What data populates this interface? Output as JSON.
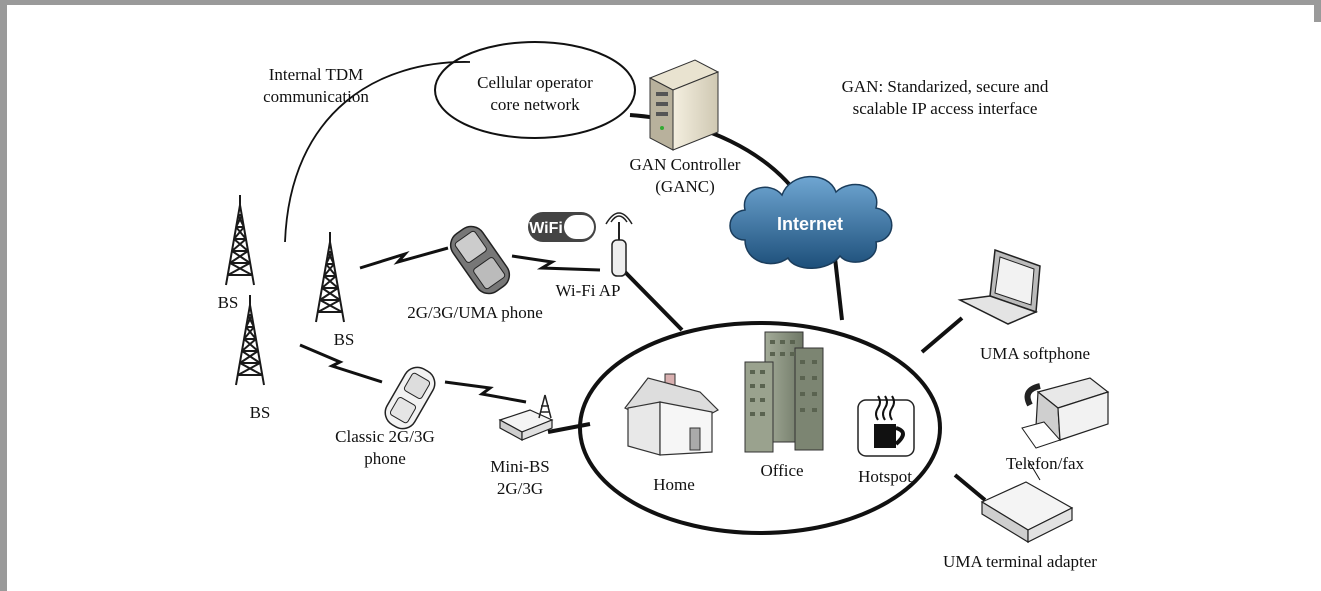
{
  "diagram": {
    "labels": {
      "internal_tdm_1": "Internal TDM",
      "internal_tdm_2": "communication",
      "core_1": "Cellular operator",
      "core_2": "core network",
      "ganc_1": "GAN Controller",
      "ganc_2": "(GANC)",
      "gan_1": "GAN: Standarized, secure and",
      "gan_2": "scalable IP access interface",
      "internet": "Internet",
      "wifi_logo": "WiFi",
      "wifi_ap": "Wi-Fi AP",
      "bs_left": "BS",
      "bs_lower": "BS",
      "bs_mid": "BS",
      "uma_phone": "2G/3G/UMA phone",
      "classic_1": "Classic 2G/3G",
      "classic_2": "phone",
      "minibs_1": "Mini-BS",
      "minibs_2": "2G/3G",
      "home": "Home",
      "office": "Office",
      "hotspot": "Hotspot",
      "uma_softphone": "UMA softphone",
      "telefon_fax": "Telefon/fax",
      "uma_terminal": "UMA terminal adapter"
    },
    "colors": {
      "frame": "#9a9a9a",
      "cloud_fill": "#2f6f9f",
      "tower": "#1a1a1a",
      "building": "#8a9480"
    }
  }
}
